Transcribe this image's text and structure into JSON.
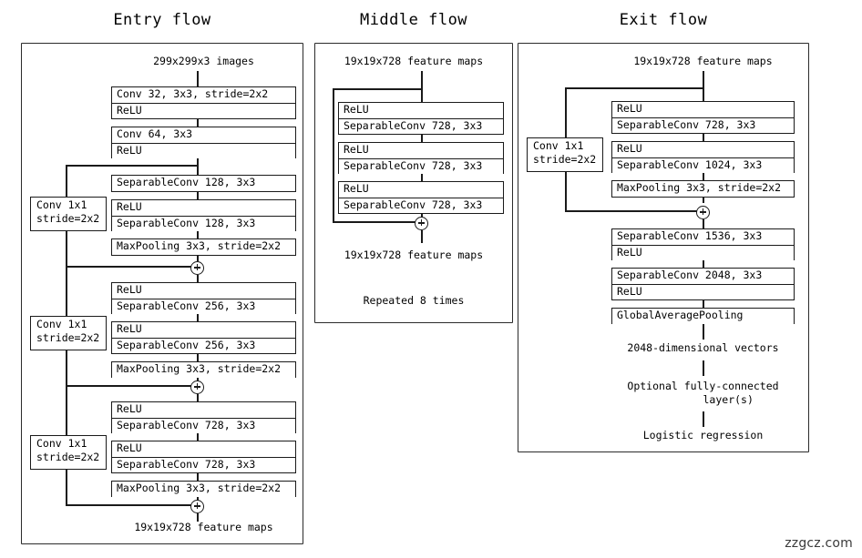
{
  "figure": {
    "watermark": "zzgcz.com",
    "line_color": "#1a1a1a",
    "panel_color": "#2b2b2b",
    "background": "#ffffff"
  },
  "titles": {
    "entry": "Entry flow",
    "middle": "Middle flow",
    "exit": "Exit flow"
  },
  "entry_flow": {
    "input_label": "299x299x3 images",
    "output_label": "19x19x728 feature maps",
    "blocks": [
      {
        "rows": [
          "Conv 32, 3x3, stride=2x2",
          "ReLU"
        ]
      },
      {
        "rows": [
          "Conv 64, 3x3",
          "ReLU"
        ]
      },
      {
        "rows": [
          "SeparableConv 128, 3x3"
        ]
      },
      {
        "rows": [
          "ReLU",
          "SeparableConv 128, 3x3"
        ]
      },
      {
        "rows": [
          "MaxPooling 3x3, stride=2x2"
        ]
      },
      {
        "rows": [
          "ReLU",
          "SeparableConv 256, 3x3"
        ]
      },
      {
        "rows": [
          "ReLU",
          "SeparableConv 256, 3x3"
        ]
      },
      {
        "rows": [
          "MaxPooling 3x3, stride=2x2"
        ]
      },
      {
        "rows": [
          "ReLU",
          "SeparableConv 728, 3x3"
        ]
      },
      {
        "rows": [
          "ReLU",
          "SeparableConv 728, 3x3"
        ]
      },
      {
        "rows": [
          "MaxPooling 3x3, stride=2x2"
        ]
      }
    ],
    "residual_convs": [
      {
        "line1": "Conv 1x1",
        "line2": "stride=2x2"
      },
      {
        "line1": "Conv 1x1",
        "line2": "stride=2x2"
      },
      {
        "line1": "Conv 1x1",
        "line2": "stride=2x2"
      }
    ]
  },
  "middle_flow": {
    "input_label": "19x19x728 feature maps",
    "output_label": "19x19x728 feature maps",
    "repeat_label": "Repeated 8 times",
    "blocks": [
      {
        "rows": [
          "ReLU",
          "SeparableConv 728, 3x3"
        ]
      },
      {
        "rows": [
          "ReLU",
          "SeparableConv 728, 3x3"
        ]
      },
      {
        "rows": [
          "ReLU",
          "SeparableConv 728, 3x3"
        ]
      }
    ]
  },
  "exit_flow": {
    "input_label": "19x19x728 feature maps",
    "vector_label": "2048-dimensional vectors",
    "fc_label": "Optional fully-connected\n        layer(s)",
    "classifier_label": "Logistic regression",
    "residual_conv": {
      "line1": "Conv 1x1",
      "line2": "stride=2x2"
    },
    "blocks": [
      {
        "rows": [
          "ReLU",
          "SeparableConv 728, 3x3"
        ]
      },
      {
        "rows": [
          "ReLU",
          "SeparableConv 1024, 3x3"
        ]
      },
      {
        "rows": [
          "MaxPooling 3x3, stride=2x2"
        ]
      },
      {
        "rows": [
          "SeparableConv 1536, 3x3",
          "ReLU"
        ]
      },
      {
        "rows": [
          "SeparableConv 2048, 3x3",
          "ReLU"
        ]
      },
      {
        "rows": [
          "GlobalAveragePooling"
        ]
      }
    ]
  }
}
